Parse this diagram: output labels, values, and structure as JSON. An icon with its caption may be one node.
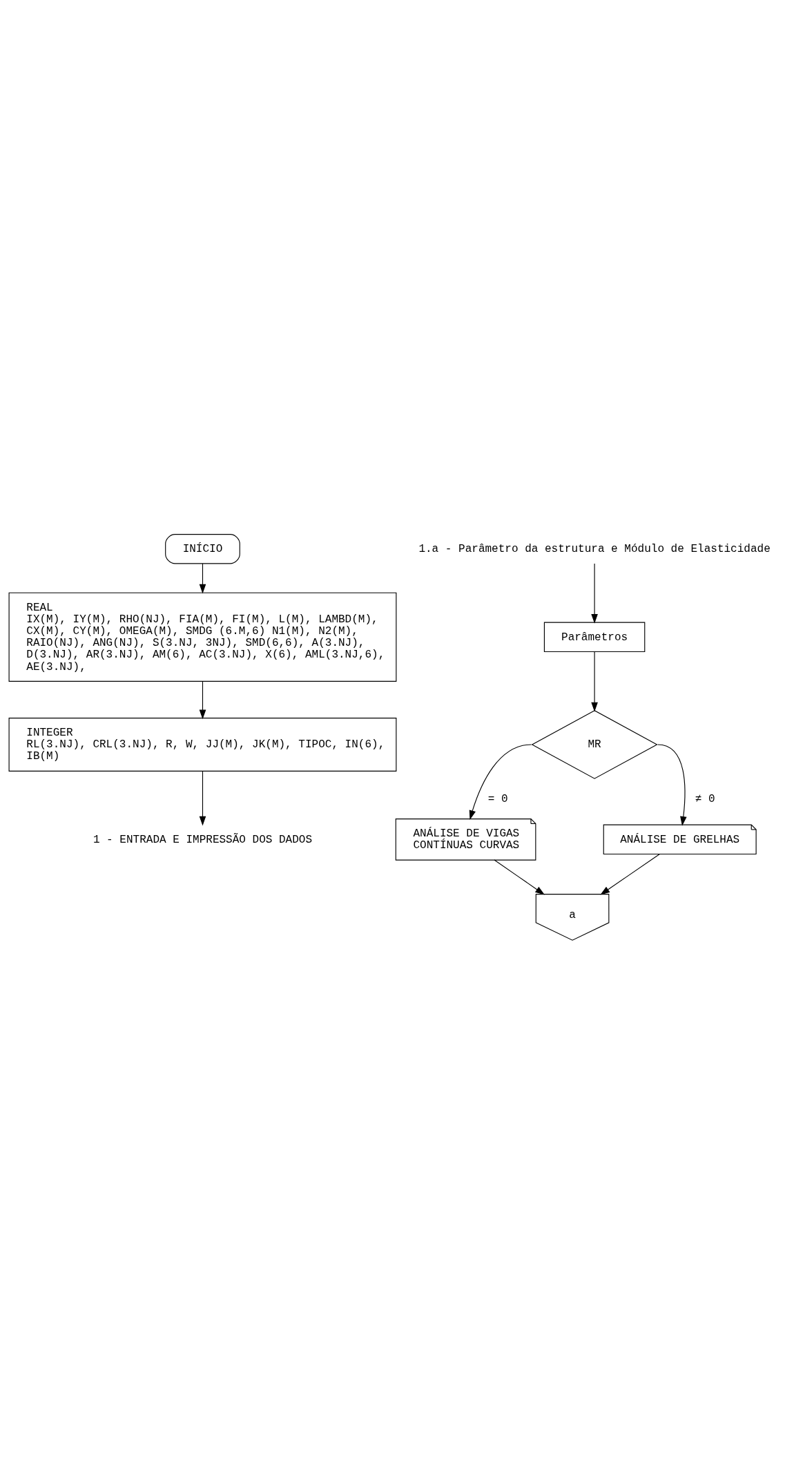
{
  "diagram": {
    "nodes": [
      {
        "text": [
          "INÍCIO"
        ]
      },
      {
        "text": [
          "REAL",
          "IX(M), IY(M), RHO(NJ), FIA(M), FI(M), L(M), LAMBD(M), CX(M), CY(M), OMEGA(M), SMDG (6.M,6) N1(M), N2(M), RAIO(NJ), ANG(NJ), S(3.NJ, 3NJ), SMD(6,6), A(3.NJ), D(3.NJ), AR(3.NJ), AM(6), AC(3.NJ), X(6), AML(3.NJ,6), AE(3.NJ),"
        ]
      },
      {
        "text": [
          "INTEGER",
          "RL(3.NJ), CRL(3.NJ), R, W, JJ(M), JK(M), TIPOC, IN(6), IB(M)"
        ]
      },
      {
        "text": [
          "1 - ENTRADA E IMPRESSÃO DOS DADOS"
        ]
      },
      {
        "text": [
          "1.a - Parâmetro da estrutura e Módulo de Elasticidade"
        ]
      },
      {
        "text": [
          "Parâmetros"
        ]
      },
      {
        "text": [
          "MR"
        ]
      },
      {
        "text": [
          "ANÁLISE DE VIGAS CONTÍNUAS CURVAS"
        ]
      },
      {
        "text": [
          "ANÁLISE DE GRELHAS"
        ]
      },
      {
        "text": [
          "a"
        ]
      }
    ],
    "edges": [
      {
        "from": 0,
        "to": 1,
        "arrow": "to"
      },
      {
        "from": 1,
        "to": 2,
        "arrow": "to"
      },
      {
        "from": 2,
        "to": 3,
        "arrow": "to"
      },
      {
        "from": 4,
        "to": 5,
        "arrow": "to"
      },
      {
        "from": 5,
        "to": 6,
        "arrow": "to"
      },
      {
        "from": 6,
        "to": 7,
        "arrow": "to",
        "label": "= 0"
      },
      {
        "from": 6,
        "to": 8,
        "arrow": "to",
        "label": "≠ 0"
      },
      {
        "from": 7,
        "to": 9,
        "arrow": "to"
      },
      {
        "from": 8,
        "to": 9,
        "arrow": "to"
      }
    ]
  }
}
